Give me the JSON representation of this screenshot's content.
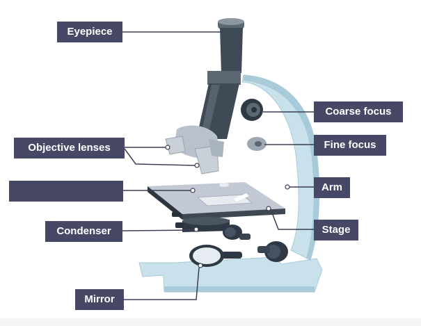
{
  "labels": {
    "eyepiece": "Eyepiece",
    "coarse_focus": "Coarse focus",
    "fine_focus": "Fine focus",
    "objective_lenses": "Objective lenses",
    "hidden_label": "",
    "arm": "Arm",
    "condenser": "Condenser",
    "stage": "Stage",
    "mirror": "Mirror"
  },
  "colors": {
    "label_bg": "#474866",
    "label_text": "#ffffff",
    "leader_line": "#3d3d55",
    "tube_dark": "#3f4a57",
    "tube_mid": "#5b6773",
    "frame_light": "#c9e1ea",
    "frame_mid": "#a9cad8",
    "stage_top": "#c3c9d4",
    "stage_side": "#2e3440"
  }
}
